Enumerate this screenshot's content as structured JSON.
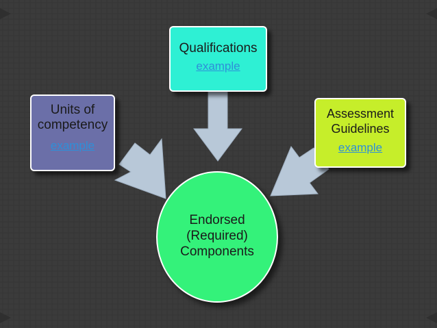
{
  "colors": {
    "background": "#3b3b3b",
    "units_box": "#6b6fa8",
    "qualifications_box": "#2ef0d4",
    "assessment_box": "#c6ee2a",
    "center_node": "#34f27a",
    "arrow": "#b8c8d8",
    "link": "#2e8fd8"
  },
  "diagram": {
    "units": {
      "line1": "Units of",
      "line2": "competency",
      "link": "example"
    },
    "qualifications": {
      "line1": "Qualifications",
      "link": "example"
    },
    "assessment": {
      "line1": "Assessment",
      "line2": "Guidelines",
      "link": "example"
    },
    "center": {
      "line1": "Endorsed",
      "line2": "(Required)",
      "line3": "Components"
    }
  }
}
